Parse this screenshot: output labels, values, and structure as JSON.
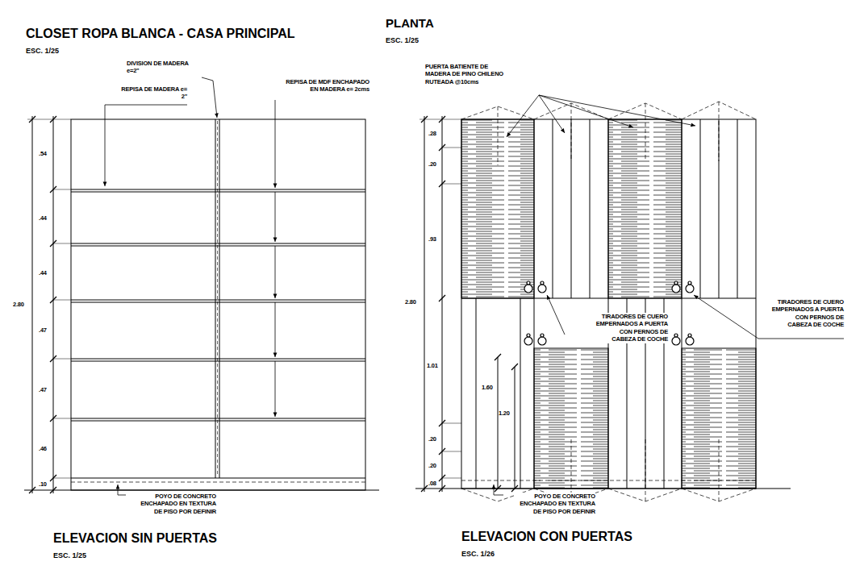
{
  "diagram": {
    "title": "CLOSET ROPA BLANCA - CASA PRINCIPAL",
    "labels": [
      "ESC. 1/25",
      "PLANTA",
      "ESC. 1/25",
      "DIVISION DE MADERA e=2\"",
      "REPISA DE MADERA e= 2\"",
      "REPISA DE MDF ENCHAPADO EN MADERA e= 2cms",
      ".54",
      ".44",
      ".44",
      ".47",
      ".47",
      ".46",
      ".10",
      "2.80",
      "POYO DE CONCRETO ENCHAPADO EN TEXTURA DE PISO POR DEFINIR",
      "ELEVACION SIN PUERTAS",
      "ESC. 1/25",
      "PUERTA BATIENTE DE MADERA DE PINO CHILENO RUTEADA @10cms",
      ".28",
      ".20",
      ".93",
      "2.80",
      "1.01",
      "1.60",
      "1.20",
      ".20",
      ".20",
      ".08",
      "TIRADORES DE CUERO EMPERNADOS A PUERTA CON PERNOS DE CABEZA DE COCHE",
      "TIRADORES DE CUERO EMPERNADOS A PUERTA CON PERNOS DE CABEZA DE COCHE",
      "POYO DE CONCRETO ENCHAPADO EN TEXTURA DE PISO POR DEFINIR",
      "ELEVACION CON PUERTAS",
      "ESC. 1/26"
    ]
  }
}
